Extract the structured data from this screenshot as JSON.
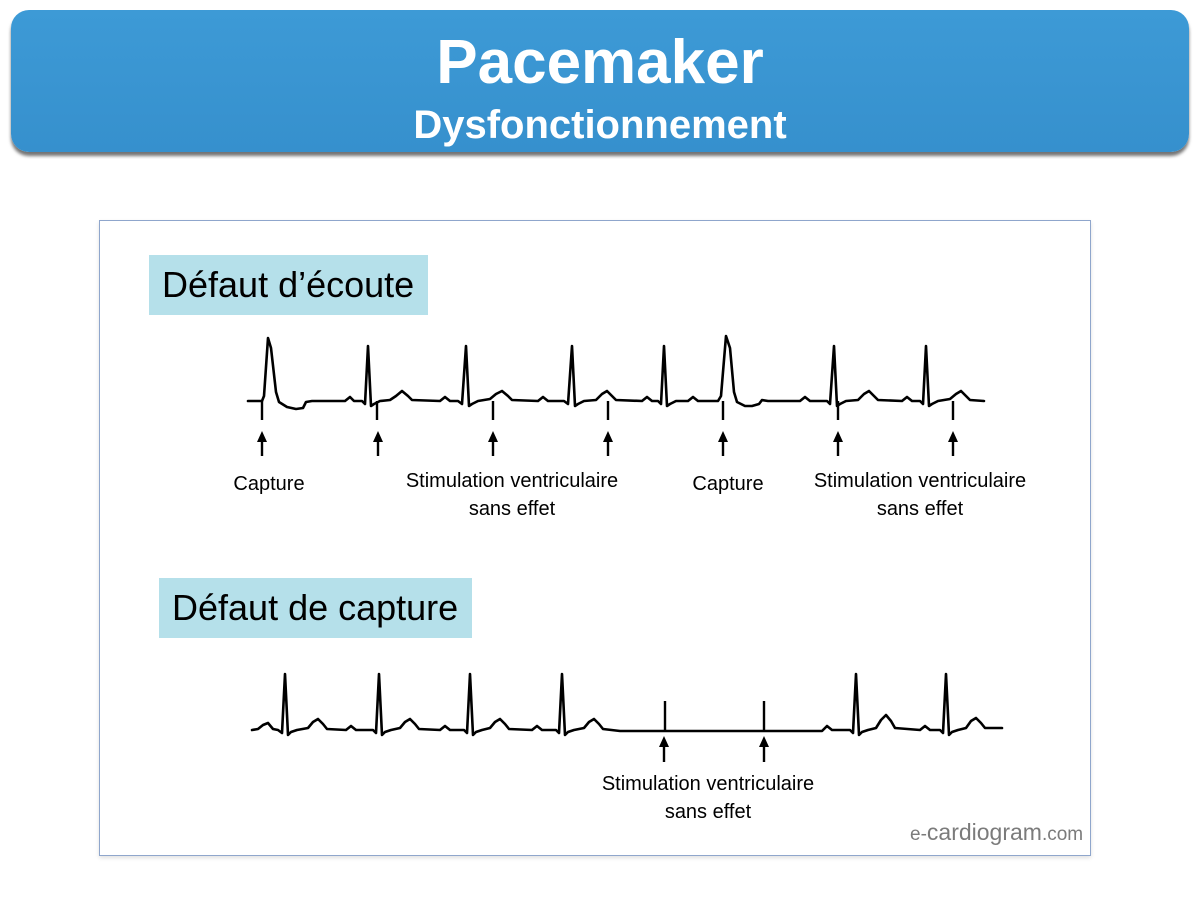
{
  "header": {
    "title": "Pacemaker",
    "subtitle": "Dysfonctionnement",
    "color": "#3b97d4"
  },
  "sections": [
    {
      "label": "Défaut d’écoute",
      "annotations": [
        {
          "text": "Capture"
        },
        {
          "text": "Stimulation ventriculaire\nsans effet"
        },
        {
          "text": "Capture"
        },
        {
          "text": "Stimulation ventriculaire\nsans effet"
        }
      ]
    },
    {
      "label": "Défaut de capture",
      "annotations": [
        {
          "text": "Stimulation ventriculaire\nsans effet"
        }
      ]
    }
  ],
  "watermark": {
    "prefix": "e-",
    "name": "cardiogram",
    "suffix": ".com"
  },
  "colors": {
    "label_bg": "#b5e0ea",
    "trace": "#000000",
    "panel_border": "#8fa6cc"
  }
}
